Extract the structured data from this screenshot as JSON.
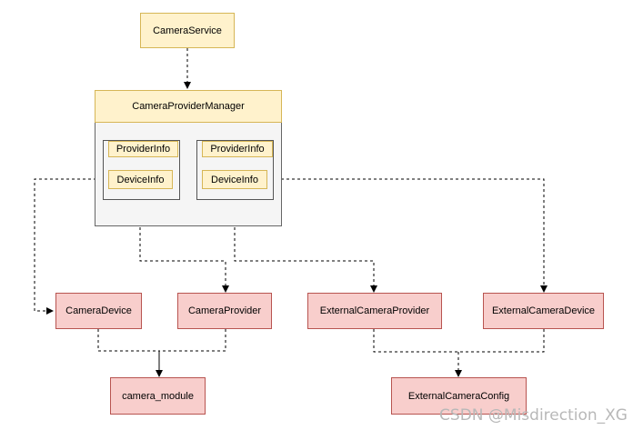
{
  "nodes": {
    "camera_service": "CameraService",
    "camera_provider_manager": "CameraProviderManager",
    "provider_info_1": "ProviderInfo",
    "device_info_1": "DeviceInfo",
    "provider_info_2": "ProviderInfo",
    "device_info_2": "DeviceInfo",
    "camera_device": "CameraDevice",
    "camera_provider": "CameraProvider",
    "external_camera_provider": "ExternalCameraProvider",
    "external_camera_device": "ExternalCameraDevice",
    "camera_module": "camera_module",
    "external_camera_config": "ExternalCameraConfig"
  },
  "watermark": "CSDN @Misdirection_XG",
  "colors": {
    "yellow_fill": "#fff2cc",
    "yellow_stroke": "#d6b656",
    "red_fill": "#f8cecc",
    "red_stroke": "#b85450",
    "container_fill": "#f5f5f5"
  }
}
